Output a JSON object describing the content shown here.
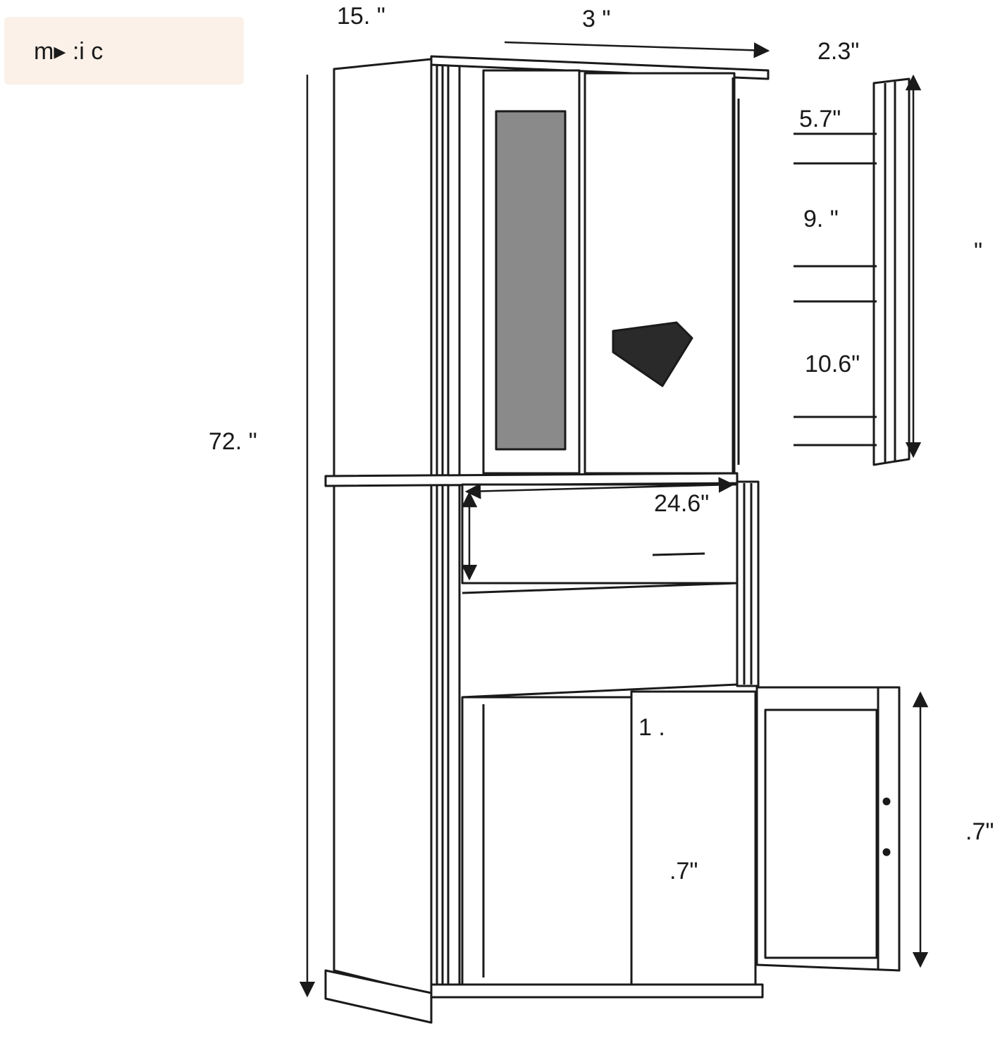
{
  "header": {
    "text": "m▸ :i c"
  },
  "dimensions": {
    "depth_top": "15. \"",
    "width_top": "3 \"",
    "door_depth": "2.3\"",
    "shelf_gap_1": "5.7\"",
    "shelf_gap_2": "9. \"",
    "shelf_gap_3": "10.6\"",
    "upper_height": "\"",
    "total_height": "72. \"",
    "drawer_width": "24.6\"",
    "lower_inner": "1 .",
    "lower_width": ".7\"",
    "lower_height": ".7\""
  },
  "colors": {
    "line": "#1a1a1a",
    "glass": "#8a8a8a",
    "header_bg": "#fbf1e8"
  }
}
